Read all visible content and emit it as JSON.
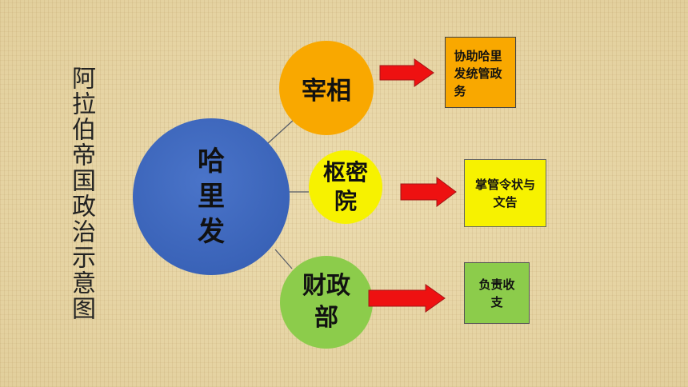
{
  "title": "阿拉伯帝国政治示意图",
  "hub": {
    "label": "哈里发",
    "color": "#3a63b8"
  },
  "branches": [
    {
      "label": "宰相",
      "duty": "协助哈里发统管政务",
      "color": "#f9a800"
    },
    {
      "label": "枢密院",
      "duty": "掌管令状与文告",
      "color": "#f7f200"
    },
    {
      "label": "财政部",
      "duty": "负责收支",
      "color": "#8ccc4b"
    }
  ],
  "arrow_color": "#ee1111"
}
